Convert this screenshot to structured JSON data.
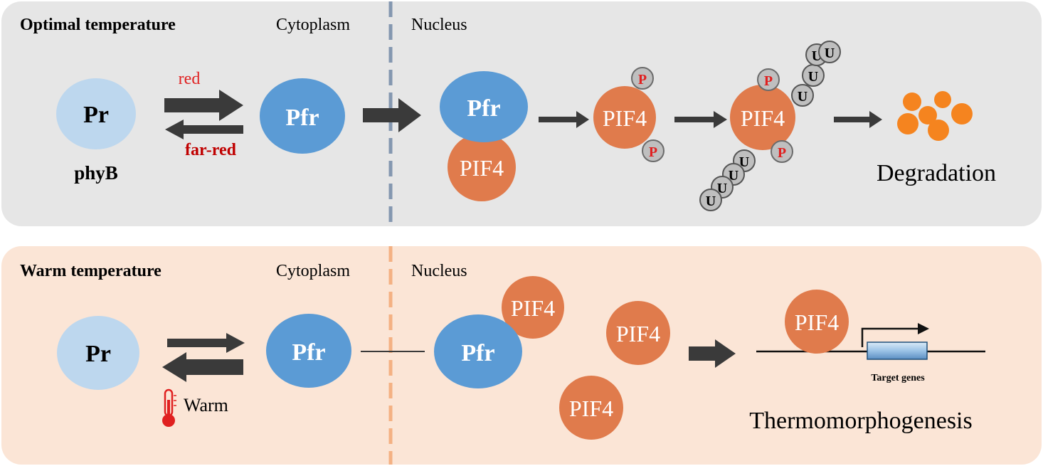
{
  "top_panel": {
    "title": "Optimal temperature",
    "cytoplasm_label": "Cytoplasm",
    "nucleus_label": "Nucleus",
    "pr_label": "Pr",
    "phyb_label": "phyB",
    "red_label": "red",
    "far_red_label": "far-red",
    "pfr_label": "Pfr",
    "complex_pfr_label": "Pfr",
    "complex_pif4_label": "PIF4",
    "pif4_phos_label": "PIF4",
    "pif4_ubq_label": "PIF4",
    "p_label": "P",
    "u_label": "U",
    "degradation_label": "Degradation"
  },
  "bottom_panel": {
    "title": "Warm temperature",
    "cytoplasm_label": "Cytoplasm",
    "nucleus_label": "Nucleus",
    "pr_label": "Pr",
    "warm_label": "Warm",
    "pfr_label": "Pfr",
    "nucleus_pfr_label": "Pfr",
    "pif4_label": "PIF4",
    "target_genes_label": "Target genes",
    "thermo_label": "Thermomorphogenesis"
  },
  "colors": {
    "top_bg": "#e6e6e6",
    "bottom_bg": "#fbe5d6",
    "pr": "#bdd7ee",
    "pfr": "#5b9bd5",
    "pif4": "#e07b4c",
    "degradation": "#f5841f",
    "top_divider": "#8497b0",
    "bottom_divider": "#f4b183",
    "red_text": "#e02020",
    "far_red_text": "#c00000",
    "arrow": "#3a3a3a",
    "thermometer": "#e02020"
  }
}
